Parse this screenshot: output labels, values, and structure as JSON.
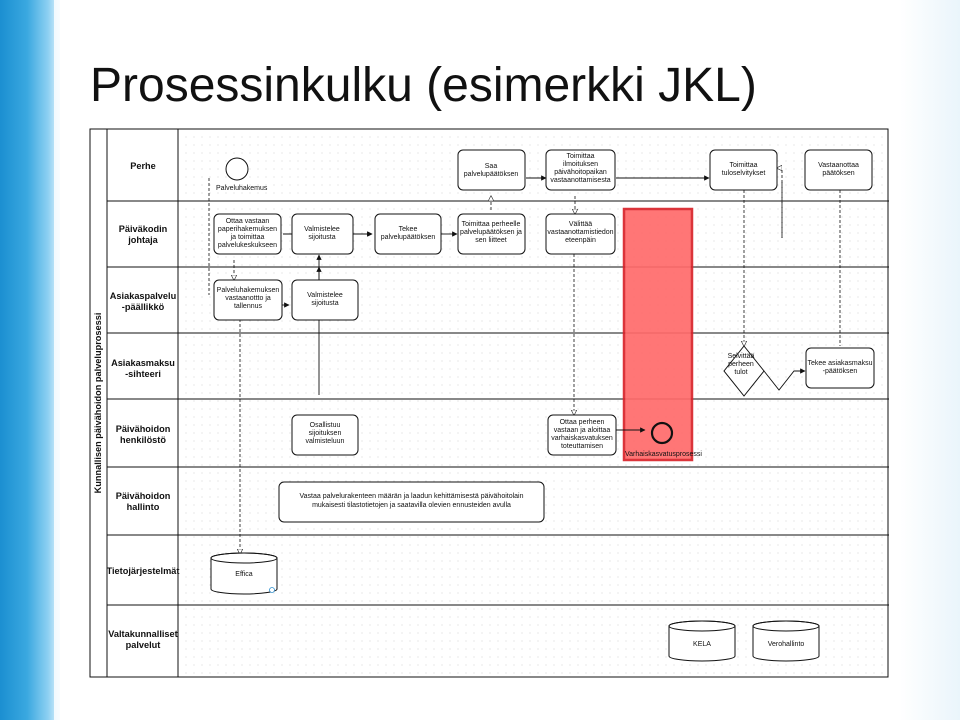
{
  "title": "Prosessinkulku (esimerkki JKL)",
  "pool_label": "Kunnallisen päivähoidon palveluprosessi",
  "lanes": [
    [
      "Perhe"
    ],
    [
      "Päiväkodin",
      "johtaja"
    ],
    [
      "Asiakaspalvelu",
      "-päällikkö"
    ],
    [
      "Asiakasmaksu",
      "-sihteeri"
    ],
    [
      "Päivähoidon",
      "henkilöstö"
    ],
    [
      "Päivähoidon",
      "hallinto"
    ],
    [
      "Tietojärjestelmät"
    ],
    [
      "Valtakunnalliset",
      "palvelut"
    ]
  ],
  "start_event_label": "Palveluhakemus",
  "tasks": {
    "receive_application": [
      "Ottaa vastaan",
      "paperihakemuksen",
      "ja toimittaa",
      "palvelukeskukseen"
    ],
    "register_application": [
      "Palveluhakemuksen",
      "vastaanottto ja",
      "tallennus"
    ],
    "prepare_placement_acp": [
      "Valmistelee",
      "sijoitusta"
    ],
    "prepare_placement_dir": [
      "Valmistelee",
      "sijoitusta"
    ],
    "make_decision": [
      "Tekee",
      "palvelupäätöksen"
    ],
    "family_gets_decision": [
      "Saa",
      "palvelupäätöksen"
    ],
    "deliver_decision": [
      "Toimittaa perheelle",
      "palvelupäätöksen ja",
      "sen liitteet"
    ],
    "family_notifies": [
      "Toimittaa",
      "ilmoituksen",
      "päivähoitopaikan",
      "vastaanottamisesta"
    ],
    "forward_acceptance": [
      "Välittää",
      "vastaanottamistiedon",
      "eteenpäin"
    ],
    "staff_participates": [
      "Osallistuu",
      "sijoituksen",
      "valmisteluun"
    ],
    "staff_receives_family": [
      "Ottaa perheen",
      "vastaan ja aloittaa",
      "varhaiskasvatuksen",
      "toteuttamisen"
    ],
    "family_income_report": [
      "Toimittaa",
      "tuloselvitykset"
    ],
    "family_fee_decision": [
      "Vastaanottaa",
      "päätöksen"
    ],
    "fee_decision": [
      "Tekee asiakasmaksu",
      "-päätöksen"
    ],
    "administration": [
      "Vastaa palvelurakenteen määrän ja laadun kehittämisestä päivähoitolain",
      "mukaisesti tilastotietojen ja saatavilla olevien ennusteiden avulla"
    ]
  },
  "gateway_label": [
    "Selvittää",
    "perheen",
    "tulot"
  ],
  "end_event_label": "Varhaiskasvatusprosessi",
  "datastores": {
    "effica": "Effica",
    "kela": "KELA",
    "verohallinto": "Verohallinto"
  },
  "highlight_color": "#ff6b6b",
  "highlight_border": "#d8232a",
  "accent_color": "#2b8fd0"
}
